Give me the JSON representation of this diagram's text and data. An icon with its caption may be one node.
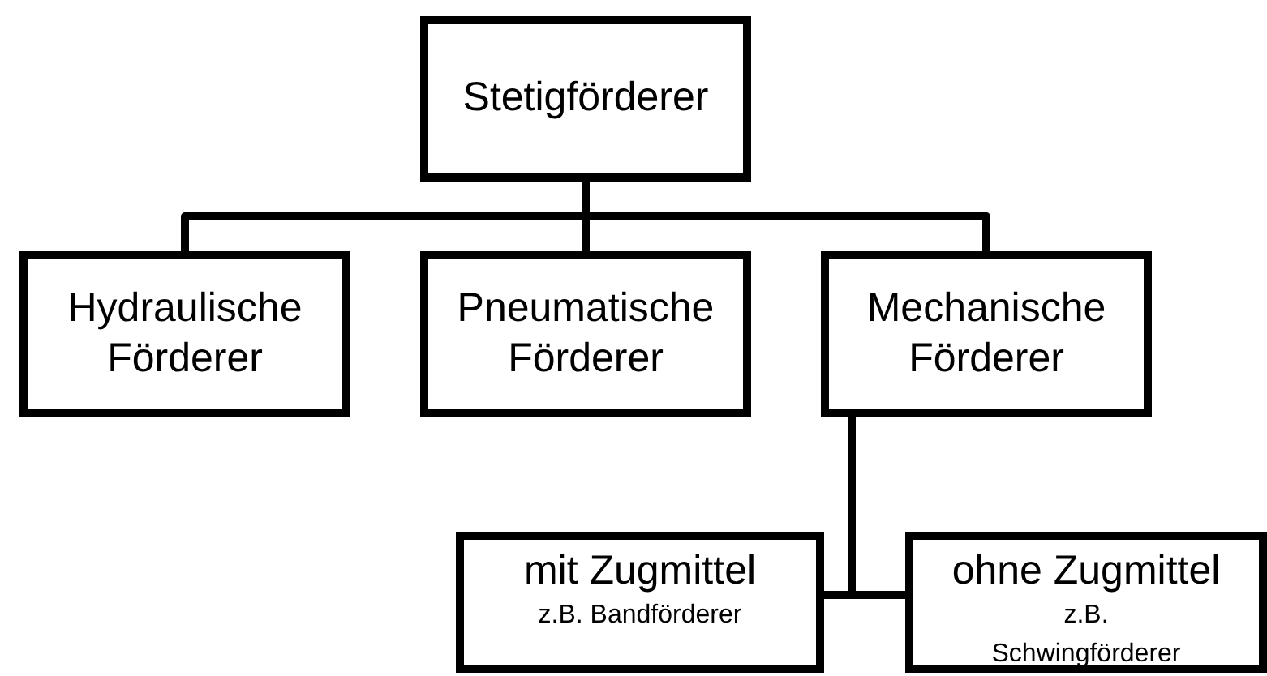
{
  "diagram": {
    "nodes": [
      {
        "text": [
          "Stetigförderer"
        ]
      },
      {
        "text": [
          "Hydraulische Förderer"
        ]
      },
      {
        "text": [
          "Pneumatische Förderer"
        ]
      },
      {
        "text": [
          "Mechanische Förderer"
        ]
      },
      {
        "text": [
          "mit Zugmittel",
          "z.B. Bandförderer"
        ]
      },
      {
        "text": [
          "ohne Zugmittel",
          "z.B. Schwingförderer"
        ]
      }
    ],
    "edges": [
      {
        "from": 0,
        "to": 1,
        "arrow": "none"
      },
      {
        "from": 0,
        "to": 2,
        "arrow": "none"
      },
      {
        "from": 0,
        "to": 3,
        "arrow": "none"
      },
      {
        "from": 3,
        "to": 4,
        "arrow": "none"
      },
      {
        "from": 3,
        "to": 5,
        "arrow": "none"
      }
    ]
  }
}
